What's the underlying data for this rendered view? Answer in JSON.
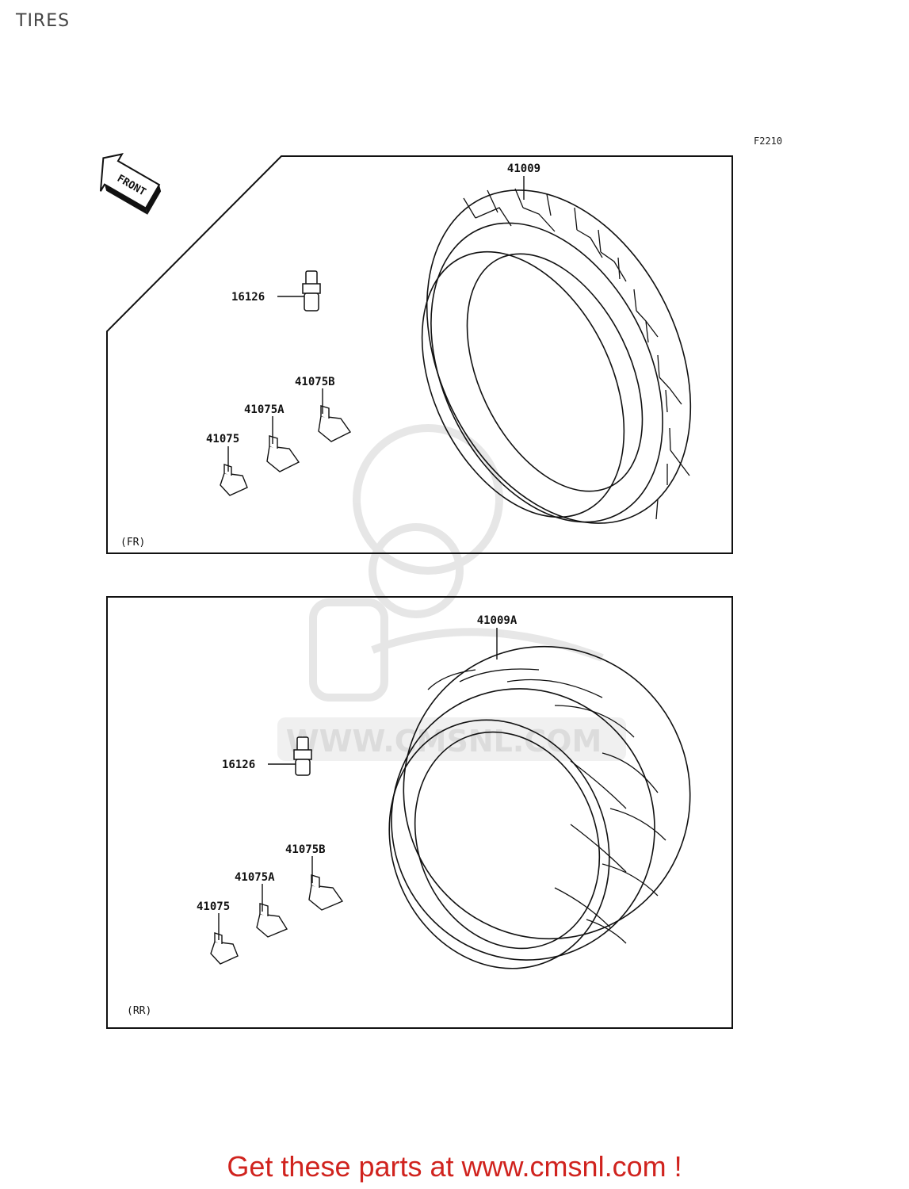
{
  "page": {
    "title": "TIRES",
    "figure_code": "F2210"
  },
  "front_panel": {
    "label": "(FR)",
    "direction_marker": "FRONT",
    "parts": {
      "tire": "41009",
      "valve": "16126",
      "weight_b": "41075B",
      "weight_a": "41075A",
      "weight": "41075"
    }
  },
  "rear_panel": {
    "label": "(RR)",
    "parts": {
      "tire": "41009A",
      "valve": "16126",
      "weight_b": "41075B",
      "weight_a": "41075A",
      "weight": "41075"
    }
  },
  "watermark": {
    "text": "WWW.CMSNL.COM"
  },
  "footer": {
    "text": "Get these parts at www.cmsnl.com !"
  }
}
